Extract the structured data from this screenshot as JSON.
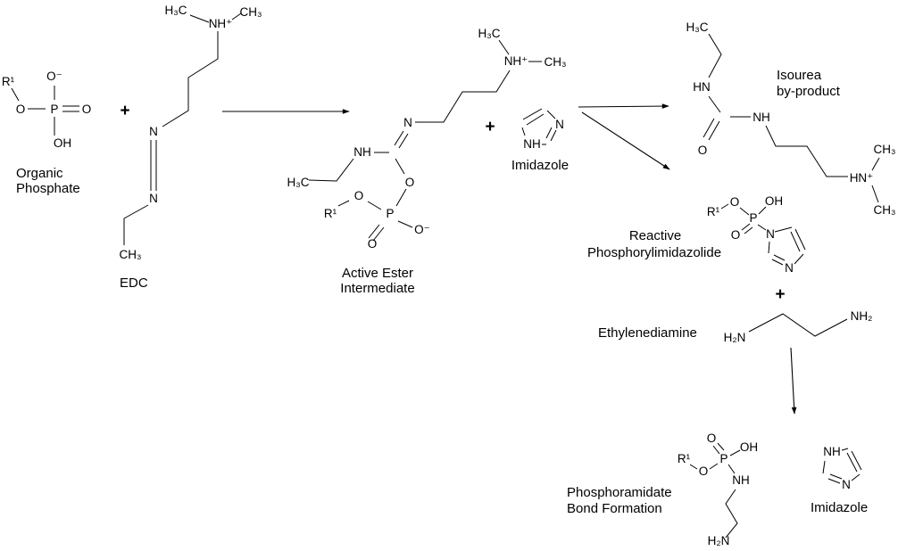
{
  "colors": {
    "background": "#ffffff",
    "ink": "#000000"
  },
  "operators": {
    "plus_left": "+",
    "plus_mid": "+",
    "plus_right": "+"
  },
  "molecules": {
    "organic_phosphate": {
      "caption_line1": "Organic",
      "caption_line2": "Phosphate",
      "atoms": {
        "r1": "R¹",
        "o_ester": "O",
        "p": "P",
        "o_terminal": "O",
        "o_minus": "O⁻",
        "oh": "OH"
      }
    },
    "edc": {
      "caption": "EDC",
      "atoms": {
        "h3c": "H₃C",
        "nh_plus": "NH⁺",
        "ch3_top": "CH₃",
        "n_upper": "N",
        "n_lower": "N",
        "ch3_bottom": "CH₃"
      }
    },
    "active_ester": {
      "caption_line1": "Active Ester",
      "caption_line2": "Intermediate",
      "atoms": {
        "h3c_left": "H₃C",
        "nh": "NH",
        "n_imine": "N",
        "h3c_top": "H₃C",
        "nh_plus": "NH⁺",
        "ch3": "CH₃",
        "o_bridge": "O",
        "r1": "R¹",
        "o_ester": "O",
        "p": "P",
        "o_double": "O",
        "o_minus": "O⁻"
      }
    },
    "imidazole_mid": {
      "caption": "Imidazole",
      "atoms": {
        "nh": "NH",
        "n": "N"
      }
    },
    "isourea": {
      "caption_line1": "Isourea",
      "caption_line2": "by-product",
      "atoms": {
        "h3c": "H₃C",
        "hn": "HN",
        "o": "O",
        "nh": "NH",
        "hn_plus": "HN⁺",
        "ch3_upper": "CH₃",
        "ch3_lower": "CH₃"
      }
    },
    "phosphorylimidazolide": {
      "caption_line1": "Reactive",
      "caption_line2": "Phosphorylimidazolide",
      "atoms": {
        "r1": "R¹",
        "o_ester": "O",
        "p": "P",
        "oh": "OH",
        "o_double": "O",
        "n1": "N",
        "n3": "N"
      }
    },
    "ethylenediamine": {
      "caption": "Ethylenediamine",
      "atoms": {
        "h2n": "H₂N",
        "nh2": "NH₂"
      }
    },
    "phosphoramidate": {
      "caption_line1": "Phosphoramidate",
      "caption_line2": "Bond Formation",
      "atoms": {
        "o_double": "O",
        "r1": "R¹",
        "o_ester": "O",
        "p": "P",
        "oh": "OH",
        "nh": "NH",
        "h2n": "H₂N"
      }
    },
    "imidazole_bottom": {
      "caption": "Imidazole",
      "atoms": {
        "nh": "NH",
        "n": "N"
      }
    }
  }
}
